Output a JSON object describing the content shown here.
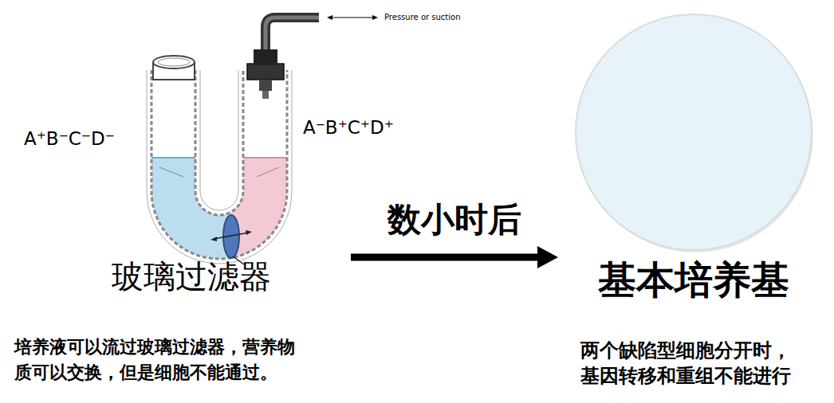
{
  "diagram": {
    "nodes": [
      {
        "text": [
          "玻璃过滤器"
        ]
      },
      {
        "text": [
          "基本培养基"
        ]
      }
    ],
    "edges": [
      {
        "from": 0,
        "to": 1,
        "arrow": "to",
        "label": "数小时后"
      }
    ],
    "labels": [
      "Pressure or suction",
      "A⁺B⁻C⁻D⁻",
      "A⁻B⁺C⁺D⁺",
      "培养液可以流过玻璃过滤器，营养物 质可以交换，但是细胞不能通过。",
      "两个缺陷型细胞分开时， 基因转移和重组不能进行"
    ]
  }
}
